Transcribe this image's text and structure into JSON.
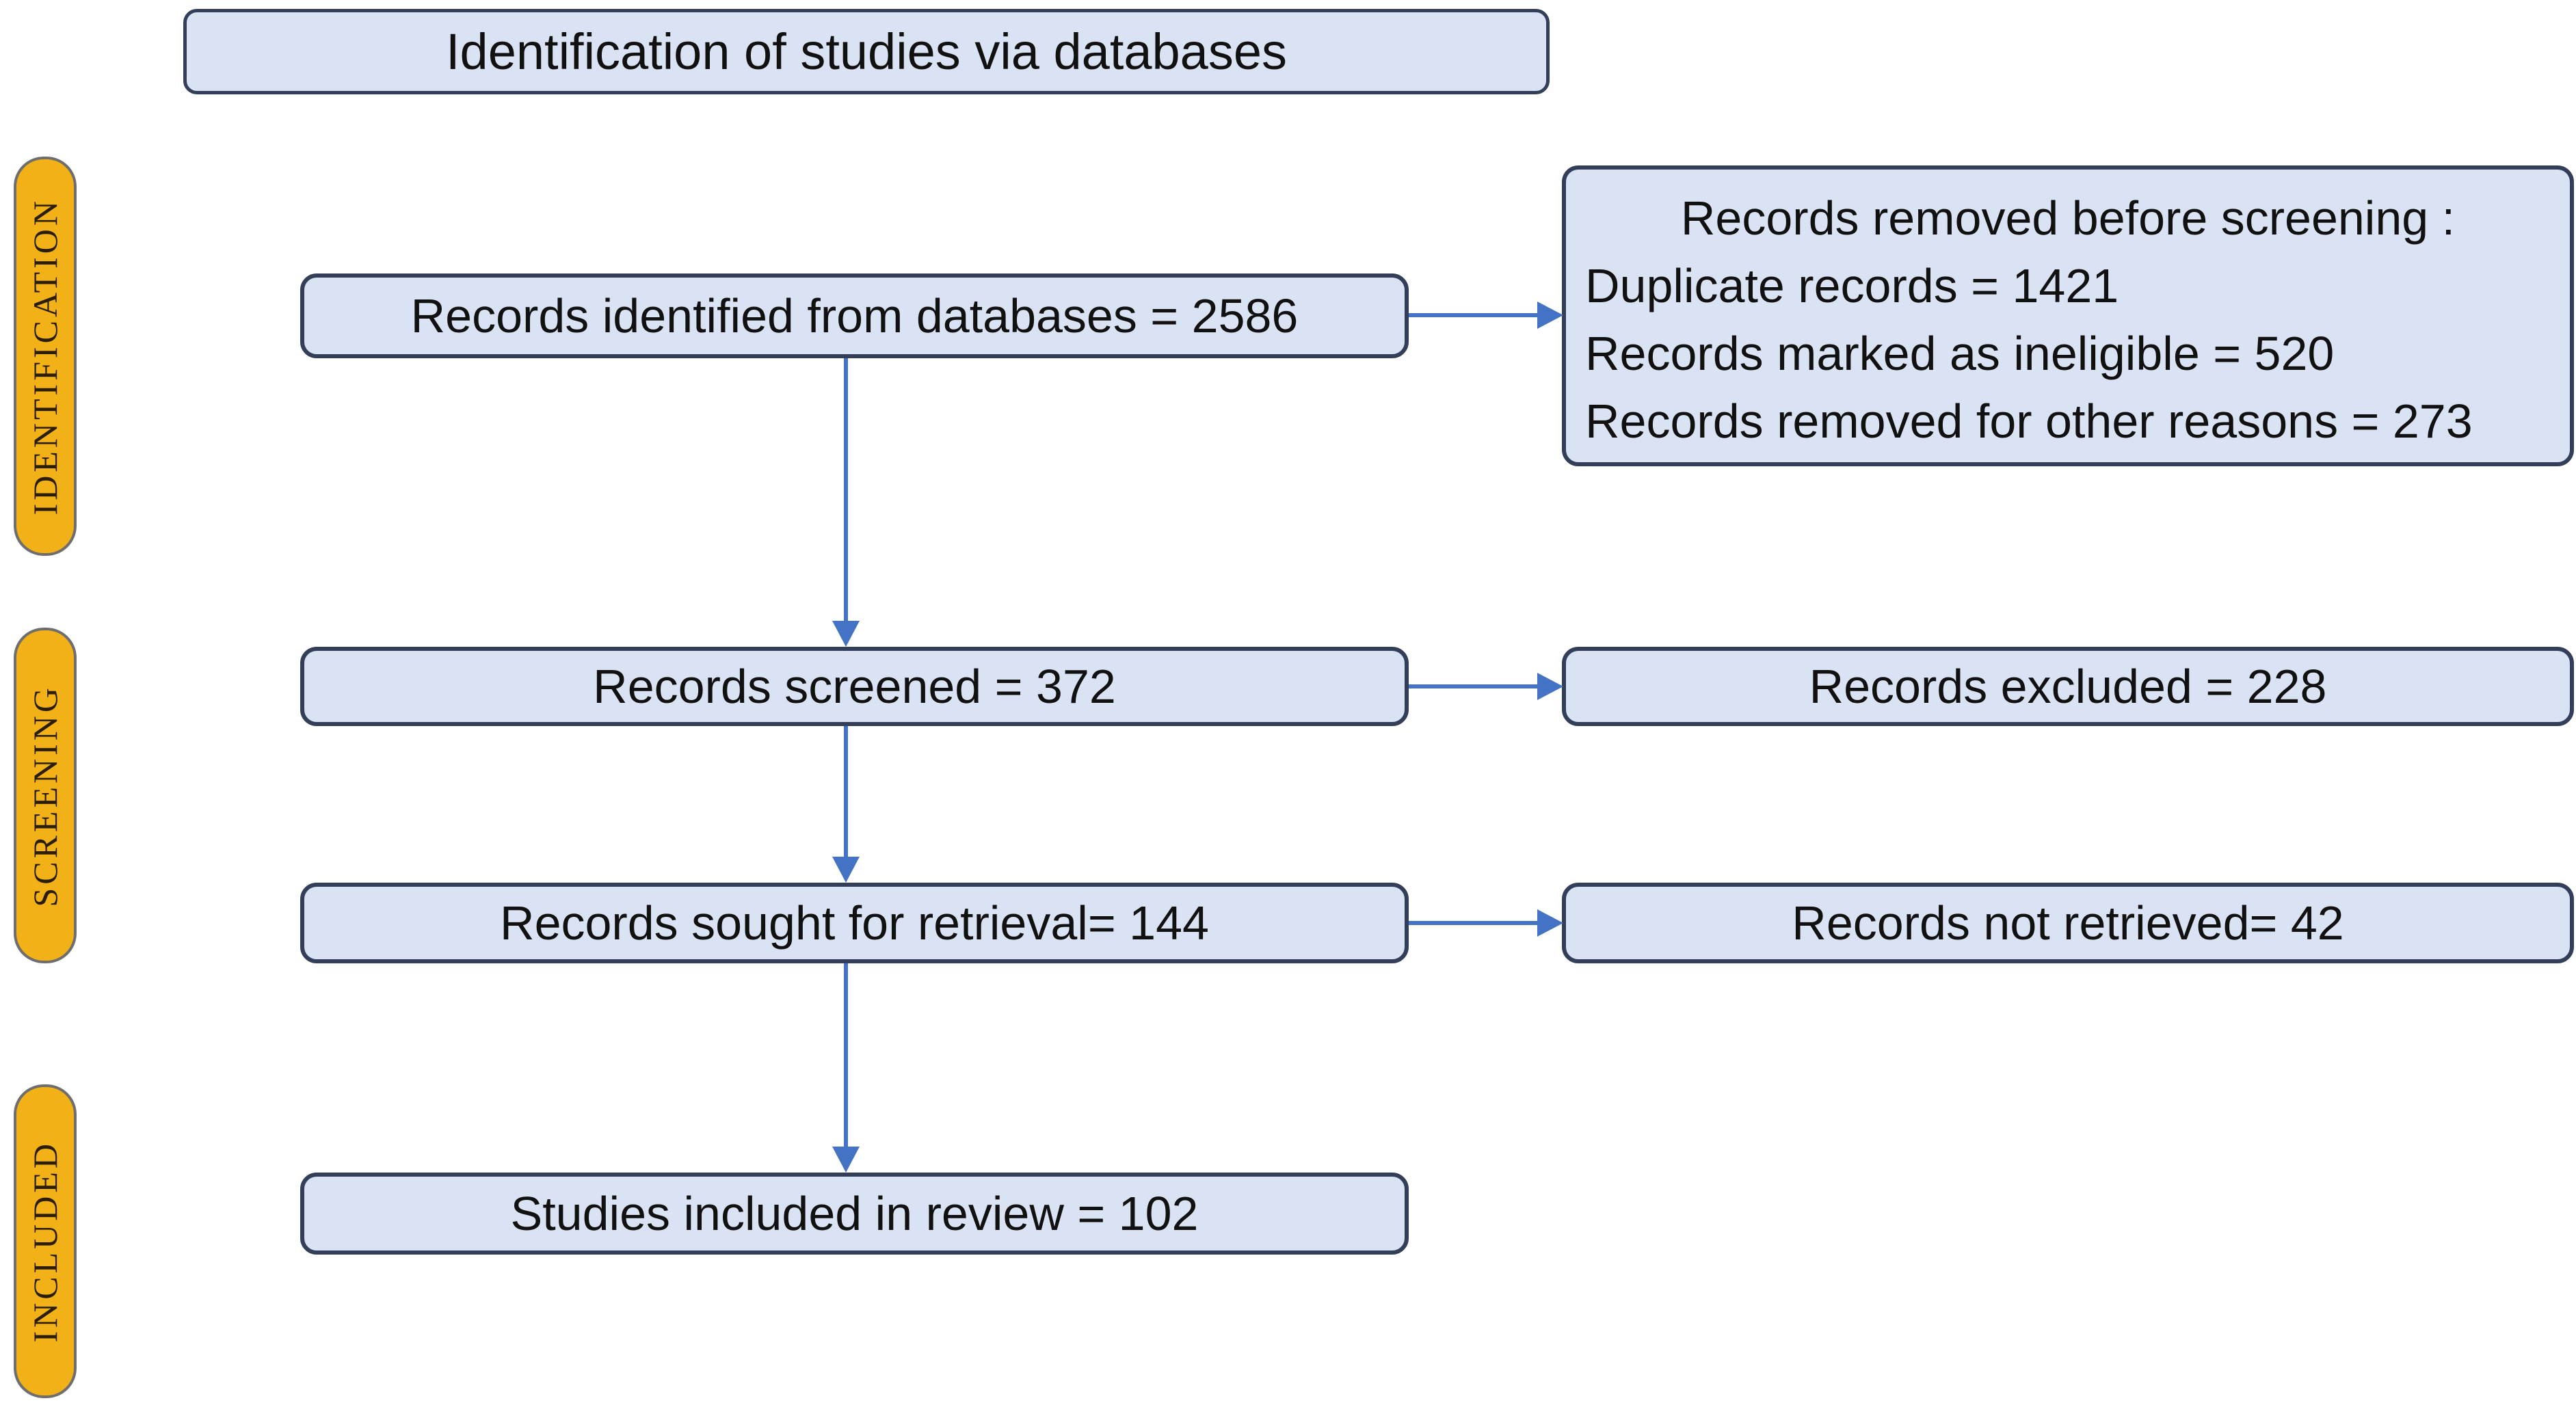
{
  "diagram": {
    "title": "Identification of studies via databases",
    "stages": [
      {
        "label": "IDENTIFICATION"
      },
      {
        "label": "SCREENING"
      },
      {
        "label": "INCLUDED"
      }
    ],
    "boxes": {
      "identified": "Records identified from databases = 2586",
      "removed_lines": [
        "Records removed before screening :",
        "Duplicate records = 1421",
        "Records marked as ineligible = 520",
        "Records removed for other reasons = 273"
      ],
      "screened": "Records screened = 372",
      "excluded": "Records excluded = 228",
      "sought": "Records sought for retrieval= 144",
      "not_retrieved": "Records not retrieved= 42",
      "included": "Studies included in review = 102"
    },
    "colors": {
      "box_fill": "#dae3f3",
      "box_border": "#333f58",
      "arrow": "#4472c4",
      "stage_fill": "#f2b116",
      "stage_border": "#6e6e6e",
      "stage_text": "#2a1d00",
      "text": "#111111",
      "background": "#ffffff"
    }
  }
}
